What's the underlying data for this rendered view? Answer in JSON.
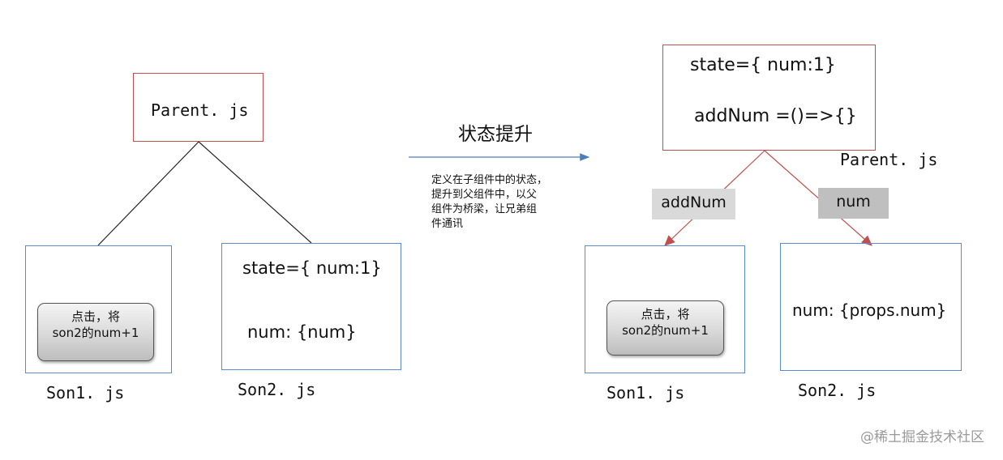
{
  "left": {
    "parent_label": "Parent. js",
    "son1_label": "Son1. js",
    "son2_label": "Son2. js",
    "son1_button": {
      "line1": "点击，将",
      "line2": "son2的num+1"
    },
    "son2_state": "state={ num:1}",
    "son2_num": "num: {num}"
  },
  "middle": {
    "title": "状态提升",
    "description": [
      "定义在子组件中的状态，",
      "提升到父组件中，以父",
      "组件为桥梁，让兄弟组",
      "件通讯"
    ]
  },
  "right": {
    "parent_state": "state={ num:1}",
    "parent_method": "addNum =()=>{}",
    "parent_label": "Parent. js",
    "tag_addnum": "addNum",
    "tag_num": "num",
    "son1_label": "Son1. js",
    "son2_label": "Son2. js",
    "son1_button": {
      "line1": "点击，将",
      "line2": "son2的num+1"
    },
    "son2_props": "num: {props.num}"
  },
  "watermark": "@稀土掘金技术社区",
  "colors": {
    "red_border": "#c0504d",
    "blue_border": "#5b8bd0",
    "arrow_blue": "#4a7ebb",
    "tag_light": "#d9d9d9",
    "tag_dark": "#bfbfbf"
  }
}
